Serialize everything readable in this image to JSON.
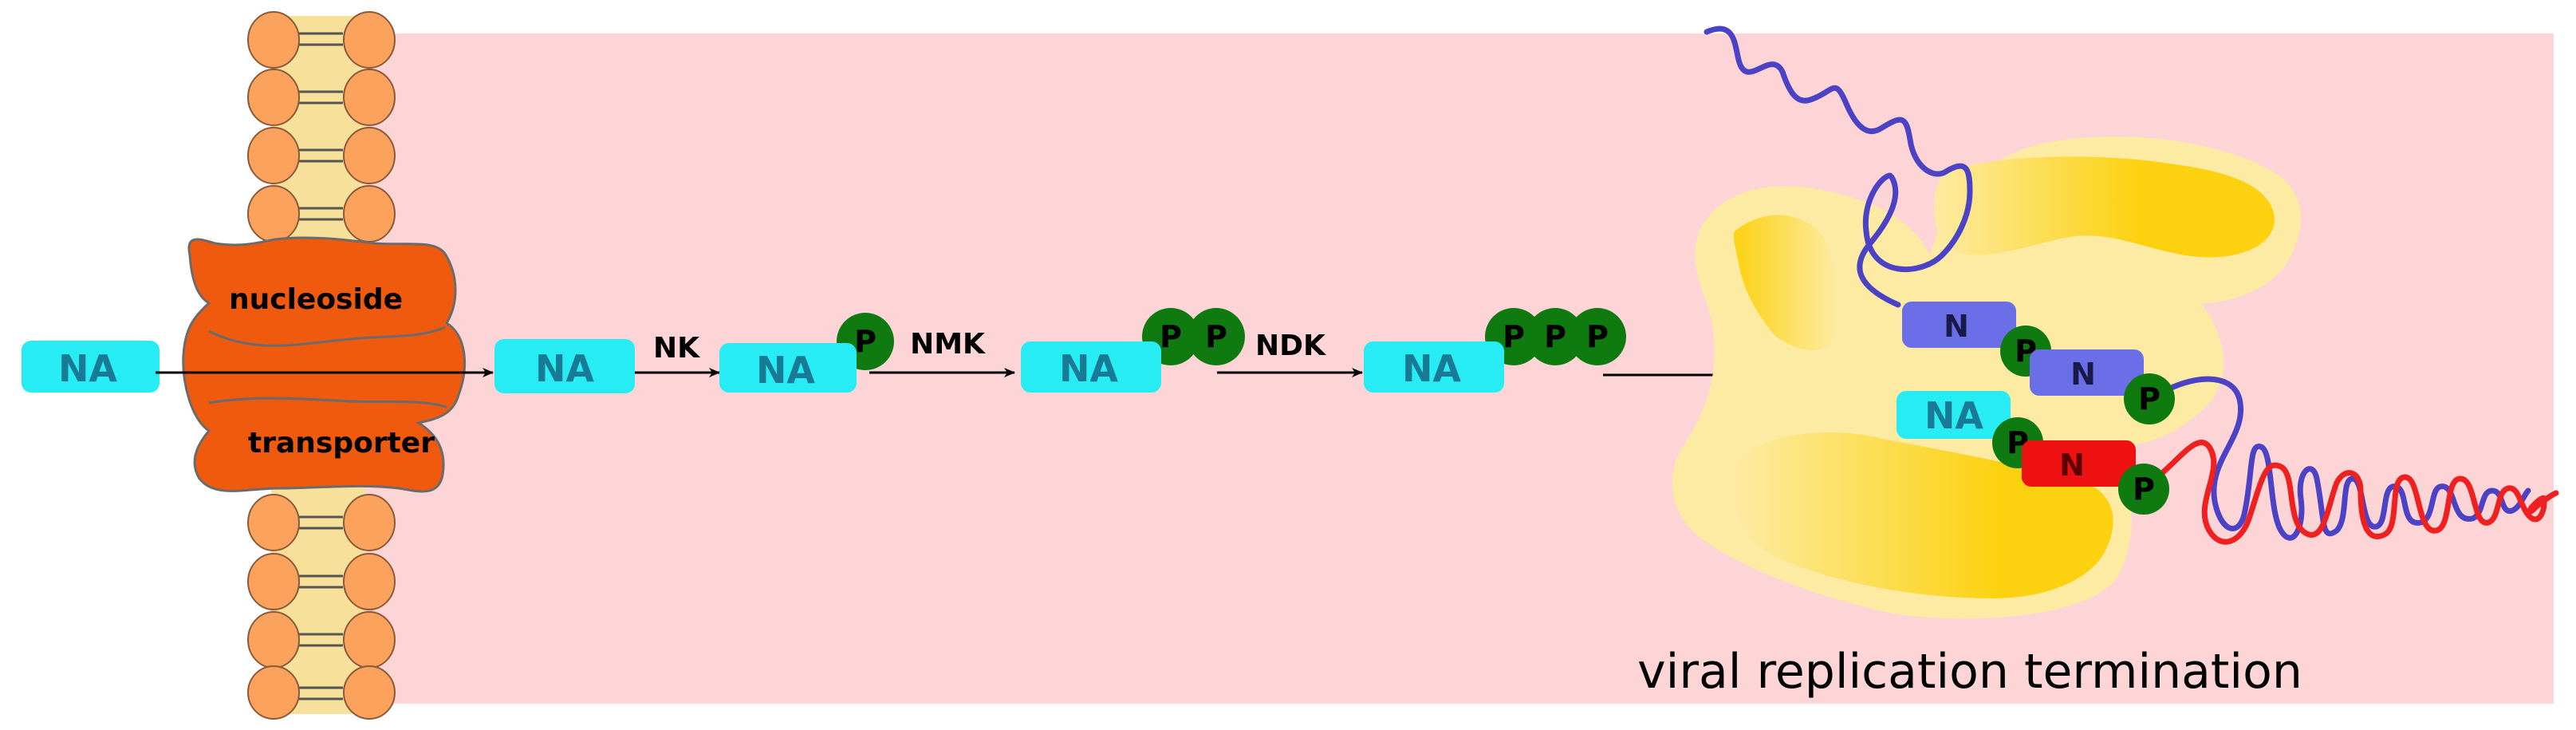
{
  "labels": {
    "nucleoside_analog": "NA",
    "phosphate": "P",
    "nucleotide": "N",
    "transporter_top": "nucleoside",
    "transporter_bottom": "transporter",
    "kinase_1": "NK",
    "kinase_2": "NMK",
    "kinase_3": "NDK",
    "outcome": "viral replication termination"
  },
  "colors": {
    "background": "#fdd5d6",
    "lipid_head": "#fba35d",
    "lipid_tail_fill": "#f7e09a",
    "transporter": "#ef5a0f",
    "na_box": "#27ecf3",
    "na_text": "#187a94",
    "phosphate": "#0f7a10",
    "nucleotide_blue": "#6a6fe8",
    "nucleotide_red": "#ee1111",
    "rna_blue": "#4b42c6",
    "rna_red": "#ee2020",
    "polymerase_light": "#fdeba4",
    "polymerase_gold": "#fcd210",
    "arrow": "#000000"
  },
  "phosphorylation_steps": [
    {
      "enzyme": "NK",
      "phosphate_count": 1
    },
    {
      "enzyme": "NMK",
      "phosphate_count": 2
    },
    {
      "enzyme": "NDK",
      "phosphate_count": 3
    }
  ]
}
